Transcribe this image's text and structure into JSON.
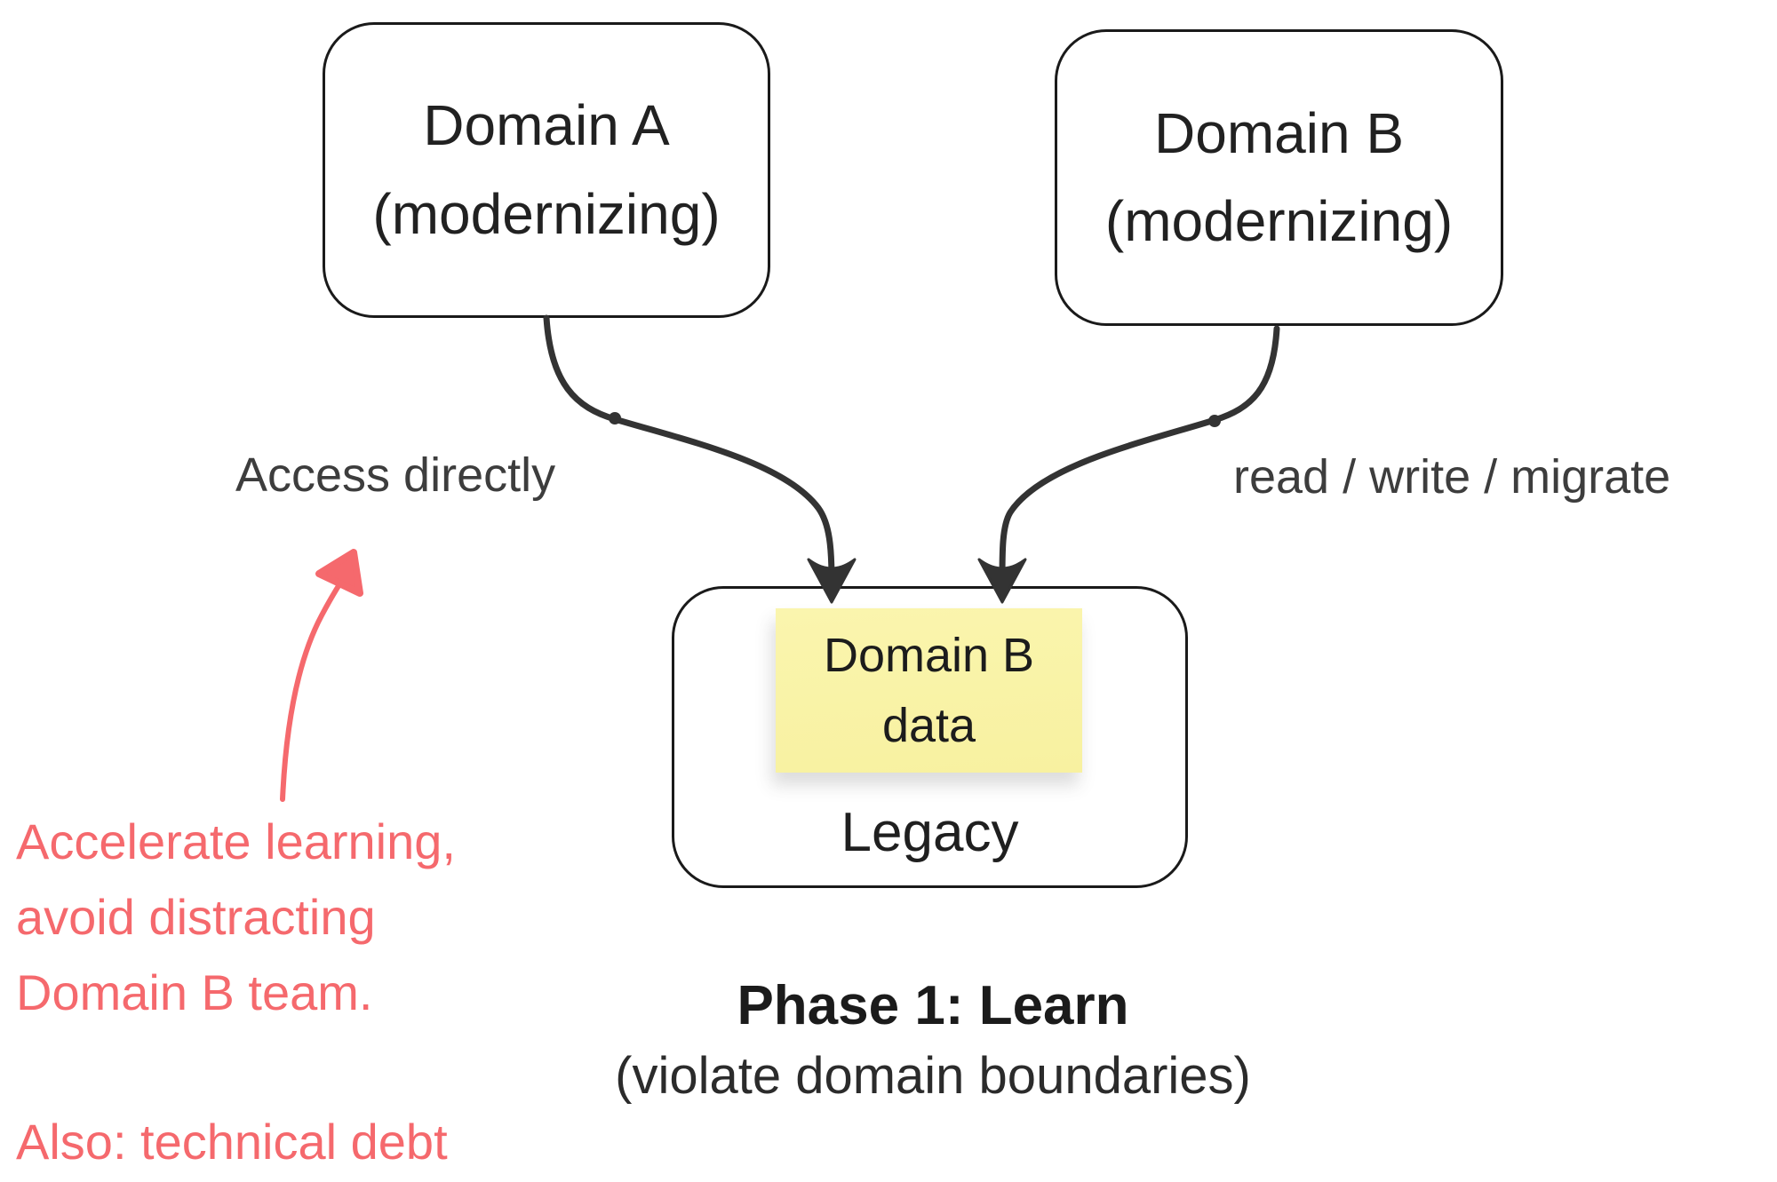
{
  "nodes": {
    "domain_a": {
      "title": "Domain A",
      "subtitle": "(modernizing)"
    },
    "domain_b": {
      "title": "Domain B",
      "subtitle": "(modernizing)"
    },
    "legacy": {
      "label": "Legacy"
    },
    "sticky": {
      "line1": "Domain B",
      "line2": "data"
    }
  },
  "edges": {
    "left_label": "Access directly",
    "right_label": "read / write / migrate"
  },
  "annotation": {
    "line1": "Accelerate learning,",
    "line2": "avoid distracting",
    "line3": "Domain B team.",
    "line4": "Also: technical debt"
  },
  "caption": {
    "title": "Phase 1: Learn",
    "subtitle": "(violate domain boundaries)"
  },
  "colors": {
    "background": "#ffffff",
    "box_stroke": "#1a1a1a",
    "arrow_dark": "#333333",
    "annotation_red": "#f5696d",
    "sticky_yellow": "#f8f1a0",
    "text_dark": "#212121",
    "edge_label_gray": "#3d3d3d"
  }
}
